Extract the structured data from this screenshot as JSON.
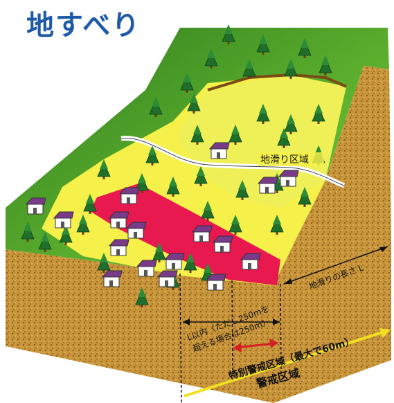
{
  "title": "地すべり",
  "labels": {
    "landslide_zone": "地滑り区域",
    "landslide_length": "地滑りの長さ L",
    "range_line1": "L以内（ただし250mを",
    "range_line2": "超える場合は250m）",
    "special_zone": "特別警戒区域（最大で60m）",
    "warning_zone": "警戒区域"
  },
  "colors": {
    "title": "#1f5aa8",
    "special_zone": "#e8194f",
    "warning_zone": "#f5f04a",
    "slope_green": "#5fb32e",
    "soil": "#c8953a",
    "arrow_red": "#d42020",
    "arrow_yellow": "#f0e020"
  }
}
